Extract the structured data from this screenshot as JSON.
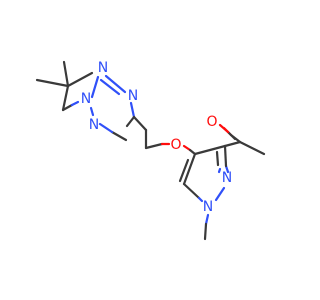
{
  "molecule": {
    "atoms": [
      {
        "id": "N1",
        "symbol": "N",
        "color": "#3050f8"
      },
      {
        "id": "N2",
        "symbol": "N",
        "color": "#3050f8"
      },
      {
        "id": "N3",
        "symbol": "N",
        "color": "#3050f8"
      },
      {
        "id": "N4",
        "symbol": "N",
        "color": "#3050f8"
      },
      {
        "id": "O1",
        "symbol": "O",
        "color": "#ff0d0d"
      },
      {
        "id": "O2",
        "symbol": "O",
        "color": "#ff0d0d"
      },
      {
        "id": "N5",
        "symbol": "N",
        "color": "#3050f8"
      },
      {
        "id": "N6",
        "symbol": "N",
        "color": "#3050f8"
      }
    ],
    "bond_color": "#3a3a3a"
  }
}
